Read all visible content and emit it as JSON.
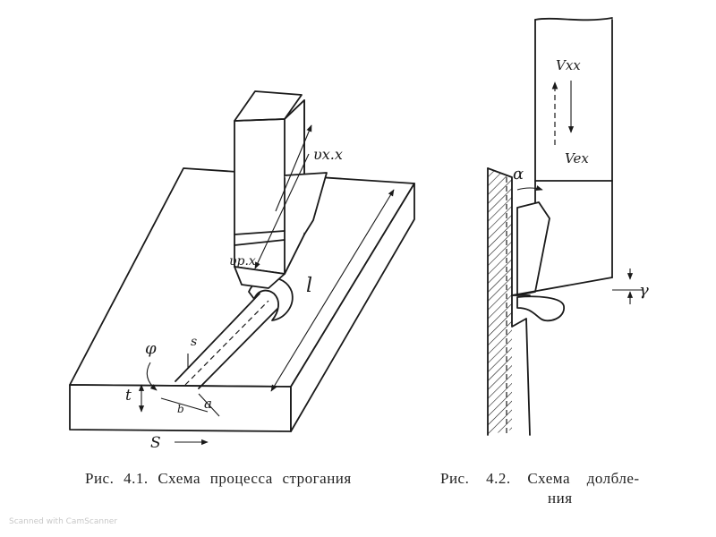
{
  "figure1": {
    "caption": "Рис. 4.1. Схема процесса строгания",
    "labels": {
      "v_idle": "υx.x",
      "v_work": "υр.х",
      "length": "l",
      "phi": "φ",
      "s_small": "s",
      "t": "t",
      "b": "b",
      "a": "a",
      "s_feed": "S"
    }
  },
  "figure2": {
    "caption_line1": "Рис. 4.2. Схема долбле-",
    "caption_line2": "ния",
    "labels": {
      "v_xx": "Vxx",
      "v_ex": "Vex",
      "alpha": "α",
      "gamma": "γ"
    }
  },
  "watermark": "Scanned with CamScanner"
}
